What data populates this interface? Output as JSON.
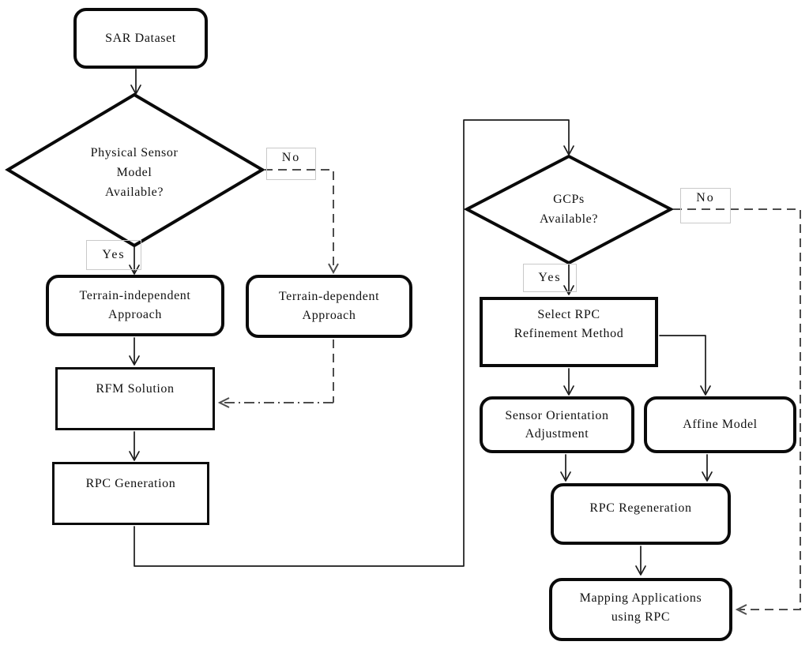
{
  "diagram": {
    "description": "Flowchart of RPC generation and refinement workflow for SAR data",
    "nodes": {
      "sar_dataset": {
        "label": "SAR Dataset",
        "shape": "rounded"
      },
      "physical_sensor_decision": {
        "label": "Physical Sensor\nModel\nAvailable?",
        "shape": "diamond"
      },
      "terrain_independent": {
        "label": "Terrain-independent\nApproach",
        "shape": "rounded"
      },
      "terrain_dependent": {
        "label": "Terrain-dependent\nApproach",
        "shape": "rounded"
      },
      "rfm_solution": {
        "label": "RFM Solution",
        "shape": "rect"
      },
      "rpc_generation": {
        "label": "RPC Generation",
        "shape": "rect"
      },
      "gcps_decision": {
        "label": "GCPs\nAvailable?",
        "shape": "diamond"
      },
      "select_rpc_refinement": {
        "label": "Select RPC\nRefinement Method",
        "shape": "rect"
      },
      "sensor_orientation": {
        "label": "Sensor Orientation\nAdjustment",
        "shape": "rounded"
      },
      "affine_model": {
        "label": "Affine Model",
        "shape": "rounded"
      },
      "rpc_regeneration": {
        "label": "RPC Regeneration",
        "shape": "rounded"
      },
      "mapping_applications": {
        "label": "Mapping Applications\nusing RPC",
        "shape": "rounded"
      }
    },
    "edge_labels": {
      "physical_no": "No",
      "physical_yes": "Yes",
      "gcps_yes": "Yes",
      "gcps_no": "No"
    },
    "colors": {
      "background": "#ffffff",
      "node_border": "#0a0a0a",
      "solid_line": "#1a1a1a",
      "dashed_line": "#4d4d4d",
      "label_box_border": "#c9c9c9",
      "text": "#111111"
    }
  }
}
